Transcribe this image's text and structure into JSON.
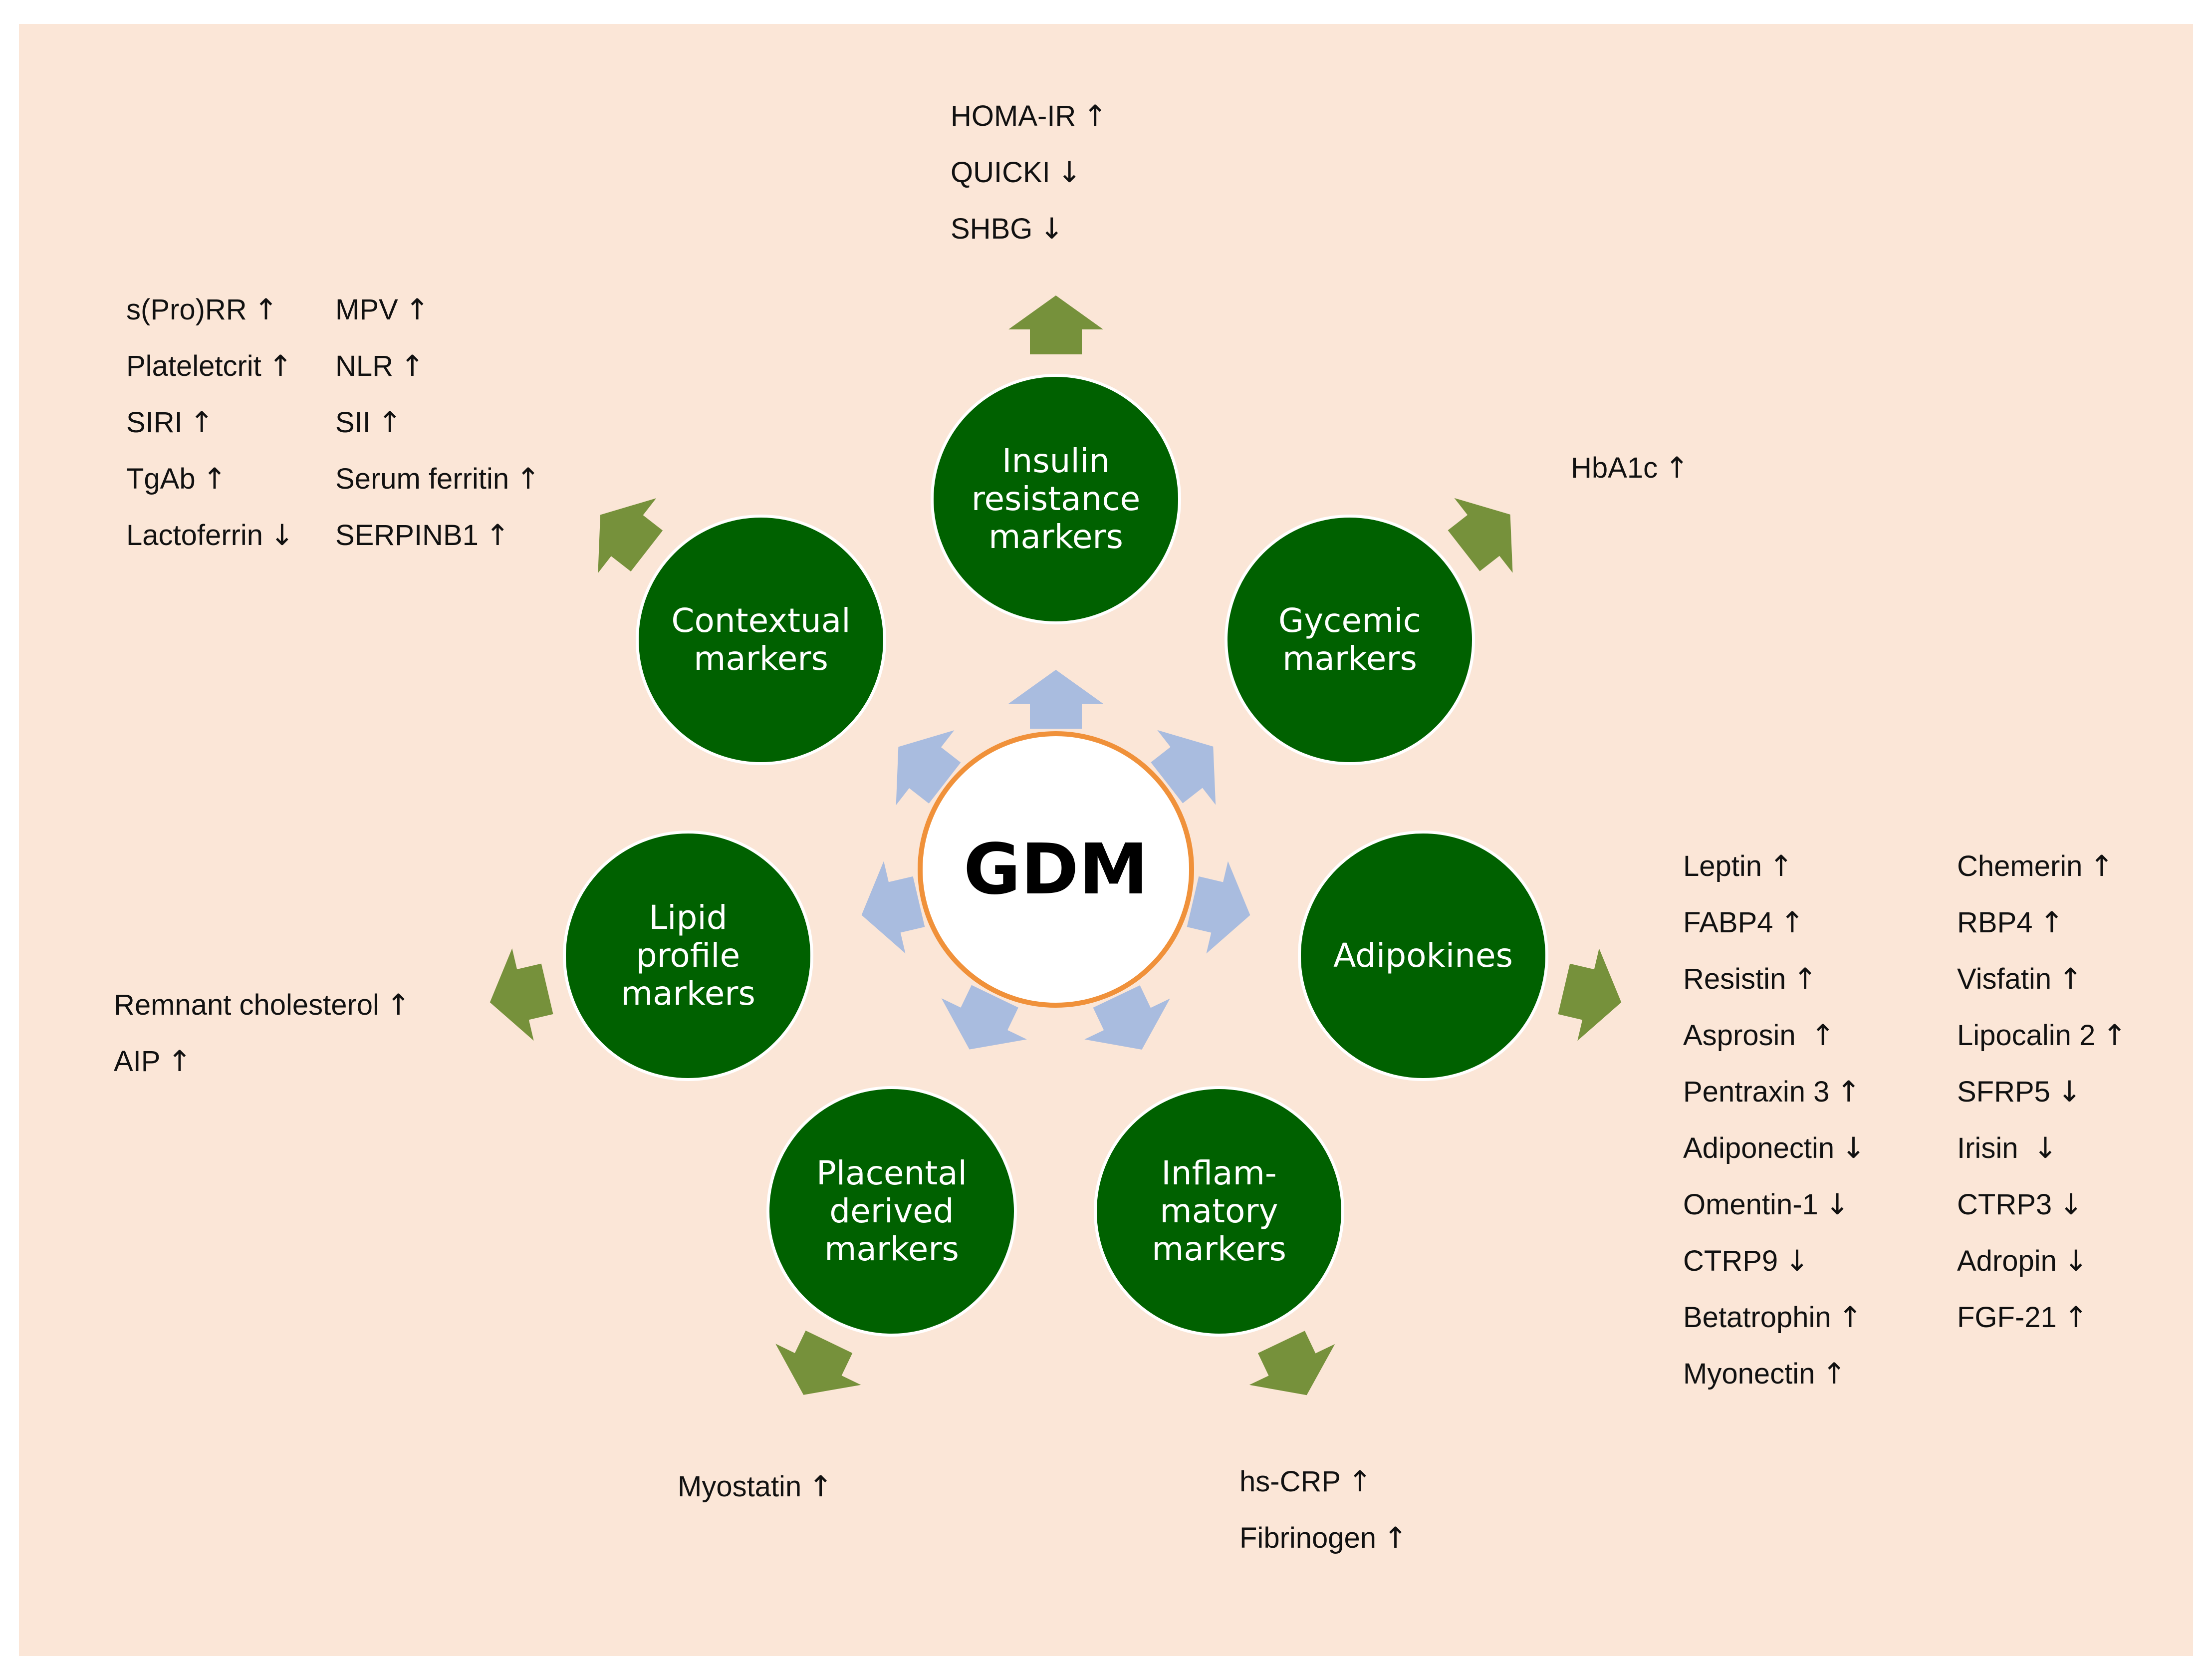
{
  "center": {
    "label": "GDM"
  },
  "colors": {
    "background": "#fbe6d7",
    "node_fill": "#006100",
    "center_fill": "#ffffff",
    "center_ring": "#f0913a",
    "inner_arrow": "#a9bcdf",
    "outer_arrow": "#76913b",
    "text": "#111111"
  },
  "categories": [
    {
      "id": "insulin",
      "label_lines": [
        "Insulin",
        "resistance",
        "markers"
      ],
      "markers": [
        {
          "name": "HOMA-IR",
          "dir": "↑"
        },
        {
          "name": "QUICKI",
          "dir": "↓"
        },
        {
          "name": "SHBG",
          "dir": "↓"
        }
      ]
    },
    {
      "id": "glycemic",
      "label_lines": [
        "Gycemic",
        "markers"
      ],
      "markers": [
        {
          "name": "HbA1c",
          "dir": "↑"
        }
      ]
    },
    {
      "id": "adipokines",
      "label_lines": [
        "Adipokines"
      ],
      "markers": [
        {
          "name": "Leptin",
          "dir": "↑"
        },
        {
          "name": "FABP4",
          "dir": "↑"
        },
        {
          "name": "Resistin",
          "dir": "↑"
        },
        {
          "name": "Asprosin ",
          "dir": "↑"
        },
        {
          "name": "Pentraxin 3",
          "dir": "↑"
        },
        {
          "name": "Adiponectin",
          "dir": "↓"
        },
        {
          "name": "Omentin-1",
          "dir": "↓"
        },
        {
          "name": "CTRP9",
          "dir": "↓"
        },
        {
          "name": "Betatrophin",
          "dir": "↑"
        },
        {
          "name": "Myonectin",
          "dir": "↑"
        },
        {
          "name": "Chemerin",
          "dir": "↑"
        },
        {
          "name": "RBP4",
          "dir": "↑"
        },
        {
          "name": "Visfatin",
          "dir": "↑"
        },
        {
          "name": "Lipocalin 2",
          "dir": "↑"
        },
        {
          "name": "SFRP5",
          "dir": "↓"
        },
        {
          "name": "Irisin ",
          "dir": "↓"
        },
        {
          "name": "CTRP3",
          "dir": "↓"
        },
        {
          "name": "Adropin",
          "dir": "↓"
        },
        {
          "name": "FGF-21",
          "dir": "↑"
        }
      ]
    },
    {
      "id": "inflammatory",
      "label_lines": [
        "Inflam-",
        "matory",
        "markers"
      ],
      "markers": [
        {
          "name": "hs-CRP",
          "dir": "↑"
        },
        {
          "name": "Fibrinogen",
          "dir": "↑"
        }
      ]
    },
    {
      "id": "placental",
      "label_lines": [
        "Placental",
        "derived",
        "markers"
      ],
      "markers": [
        {
          "name": "Myostatin",
          "dir": "↑"
        }
      ]
    },
    {
      "id": "lipid",
      "label_lines": [
        "Lipid",
        "profile",
        "markers"
      ],
      "markers": [
        {
          "name": "Remnant cholesterol",
          "dir": "↑"
        },
        {
          "name": "AIP",
          "dir": "↑"
        }
      ]
    },
    {
      "id": "contextual",
      "label_lines": [
        "Contextual",
        "markers"
      ],
      "markers": [
        {
          "name": "s(Pro)RR",
          "dir": "↑"
        },
        {
          "name": "Plateletcrit",
          "dir": "↑"
        },
        {
          "name": "SIRI",
          "dir": "↑"
        },
        {
          "name": "TgAb",
          "dir": "↑"
        },
        {
          "name": "Lactoferrin",
          "dir": "↓"
        },
        {
          "name": "MPV",
          "dir": "↑"
        },
        {
          "name": "NLR",
          "dir": "↑"
        },
        {
          "name": "SII",
          "dir": "↑"
        },
        {
          "name": "Serum ferritin",
          "dir": "↑"
        },
        {
          "name": "SERPINB1",
          "dir": "↑"
        }
      ]
    }
  ]
}
